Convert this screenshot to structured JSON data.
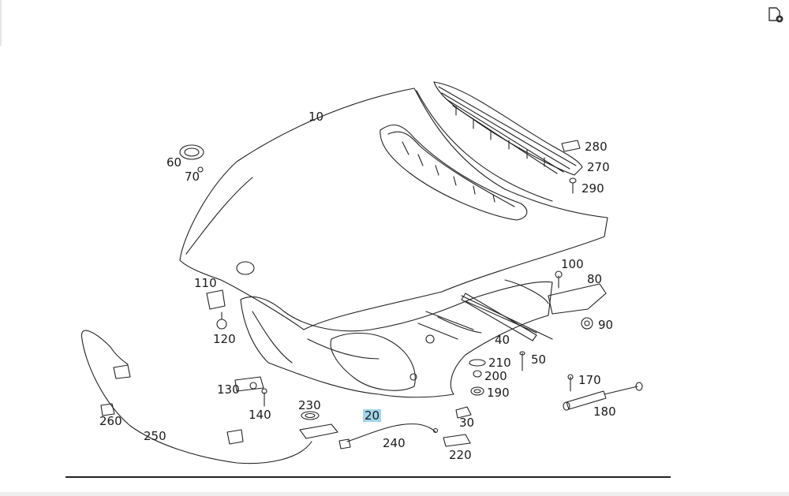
{
  "toolbar": {
    "corner_icon": "page-add-icon"
  },
  "diagram": {
    "selected_part": "20",
    "labels": [
      {
        "id": "10",
        "text": "10"
      },
      {
        "id": "20",
        "text": "20"
      },
      {
        "id": "30",
        "text": "30"
      },
      {
        "id": "40",
        "text": "40"
      },
      {
        "id": "50",
        "text": "50"
      },
      {
        "id": "60",
        "text": "60"
      },
      {
        "id": "70",
        "text": "70"
      },
      {
        "id": "80",
        "text": "80"
      },
      {
        "id": "90",
        "text": "90"
      },
      {
        "id": "100",
        "text": "100"
      },
      {
        "id": "110",
        "text": "110"
      },
      {
        "id": "120",
        "text": "120"
      },
      {
        "id": "130",
        "text": "130"
      },
      {
        "id": "140",
        "text": "140"
      },
      {
        "id": "170",
        "text": "170"
      },
      {
        "id": "180",
        "text": "180"
      },
      {
        "id": "190",
        "text": "190"
      },
      {
        "id": "200",
        "text": "200"
      },
      {
        "id": "210",
        "text": "210"
      },
      {
        "id": "220",
        "text": "220"
      },
      {
        "id": "230",
        "text": "230"
      },
      {
        "id": "240",
        "text": "240"
      },
      {
        "id": "250",
        "text": "250"
      },
      {
        "id": "260",
        "text": "260"
      },
      {
        "id": "270",
        "text": "270"
      },
      {
        "id": "280",
        "text": "280"
      },
      {
        "id": "290",
        "text": "290"
      }
    ]
  }
}
